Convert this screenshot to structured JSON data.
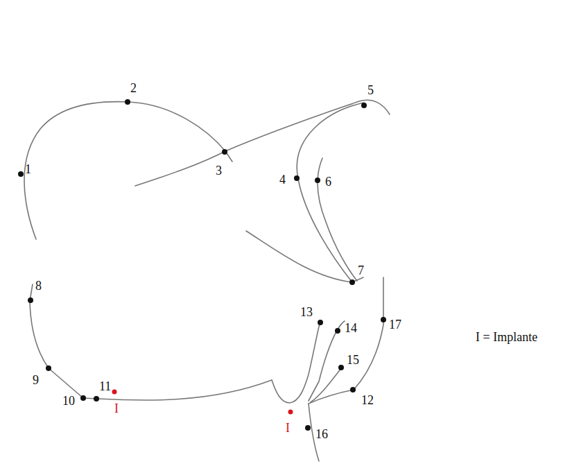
{
  "diagram": {
    "labels": [
      "1",
      "2",
      "3",
      "4",
      "5",
      "6",
      "7",
      "8",
      "9",
      "10",
      "11",
      "12",
      "13",
      "14",
      "15",
      "16",
      "17",
      "I",
      "I",
      "I = Implante"
    ]
  }
}
